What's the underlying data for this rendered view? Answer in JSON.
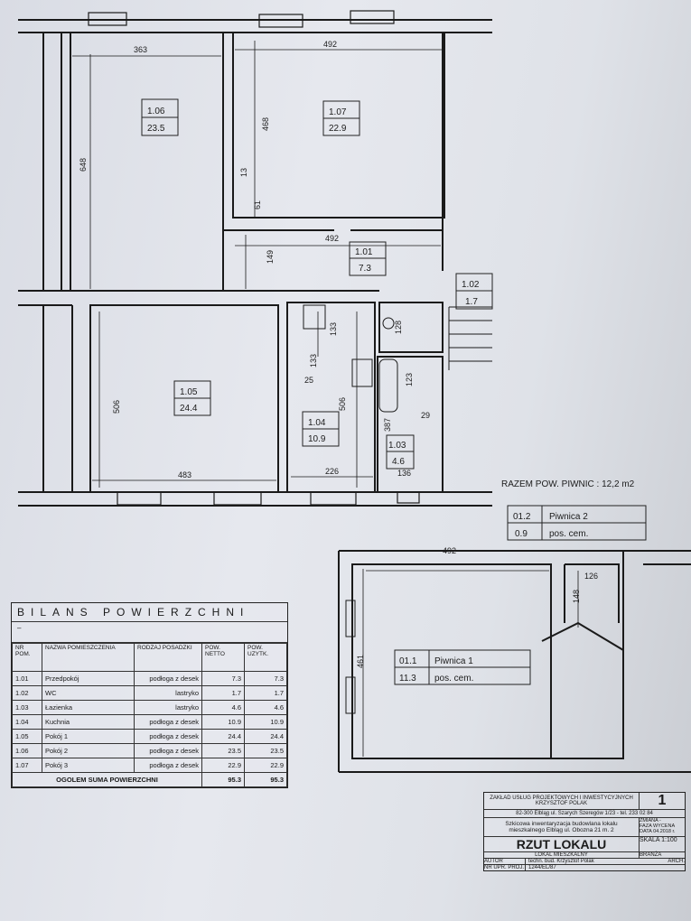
{
  "plan": {
    "rooms": [
      {
        "no": "1.06",
        "area": "23.5"
      },
      {
        "no": "1.07",
        "area": "22.9"
      },
      {
        "no": "1.01",
        "area": "7.3"
      },
      {
        "no": "1.02",
        "area": "1.7"
      },
      {
        "no": "1.05",
        "area": "24.4"
      },
      {
        "no": "1.04",
        "area": "10.9"
      },
      {
        "no": "1.03",
        "area": "4.6"
      }
    ],
    "dims": [
      "363",
      "492",
      "648",
      "468",
      "61",
      "13",
      "492",
      "149",
      "506",
      "483",
      "133",
      "133",
      "25",
      "506",
      "226",
      "128",
      "123",
      "387",
      "29",
      "136"
    ],
    "razem": "RAZEM POW. PIWNIC : 12,2 m2",
    "piwnica2": {
      "no": "01.2",
      "name": "Piwnica 2",
      "area": "0.9",
      "floor": "pos. cem."
    },
    "piwnica1": {
      "no": "01.1",
      "name": "Piwnica 1",
      "area": "11.3",
      "floor": "pos. cem."
    },
    "basement_dims": [
      "492",
      "126",
      "148",
      "461"
    ]
  },
  "bilans": {
    "title": "BILANS POWIERZCHNI",
    "subtitle": "–",
    "headers": [
      "NR POM.",
      "NAZWA POMIESZCZENIA",
      "RODZAJ POSADZKI",
      "POW. NETTO",
      "POW. UZYTK."
    ],
    "rows": [
      [
        "1.01",
        "Przedpokój",
        "podłoga z desek",
        "7.3",
        "7.3"
      ],
      [
        "1.02",
        "WC",
        "lastryko",
        "1.7",
        "1.7"
      ],
      [
        "1.03",
        "Łazienka",
        "lastryko",
        "4.6",
        "4.6"
      ],
      [
        "1.04",
        "Kuchnia",
        "podłoga z desek",
        "10.9",
        "10.9"
      ],
      [
        "1.05",
        "Pokój 1",
        "podłoga z desek",
        "24.4",
        "24.4"
      ],
      [
        "1.06",
        "Pokój 2",
        "podłoga z desek",
        "23.5",
        "23.5"
      ],
      [
        "1.07",
        "Pokój 3",
        "podłoga z desek",
        "22.9",
        "22.9"
      ]
    ],
    "total_label": "OGOLEM SUMA POWIERZCHNI",
    "total_netto": "95.3",
    "total_uzytk": "95.3"
  },
  "titleblock": {
    "firm": "ZAKŁAD USŁUG PROJEKTOWYCH I INWESTYCYJNYCH KRZYSZTOF POLAK",
    "sheet": "1",
    "address": "82-300 Elbląg ul. Szarych Szeregów 1/23 - tel. 233 02 84",
    "project": "Szkicowa inwentaryzacja budowlana lokalu mieszkalnego Elbląg ul. Obozna 21 m. 2",
    "zmiana": "ZMIANA -",
    "faza": "FAZA WYCENA",
    "data": "DATA 04.2018 r.",
    "skala": "SKALA 1:100",
    "branza": "BRANŻA",
    "arch": "ARCH.",
    "drawing": "RZUT LOKALU",
    "type": "LOKAL MIESZKALNY",
    "autor_label": "AUTOR",
    "autor": "techn. bud. Krzysztof Polak",
    "upr_label": "NR UPR. PROJ.",
    "upr": "1244/EL/87"
  }
}
